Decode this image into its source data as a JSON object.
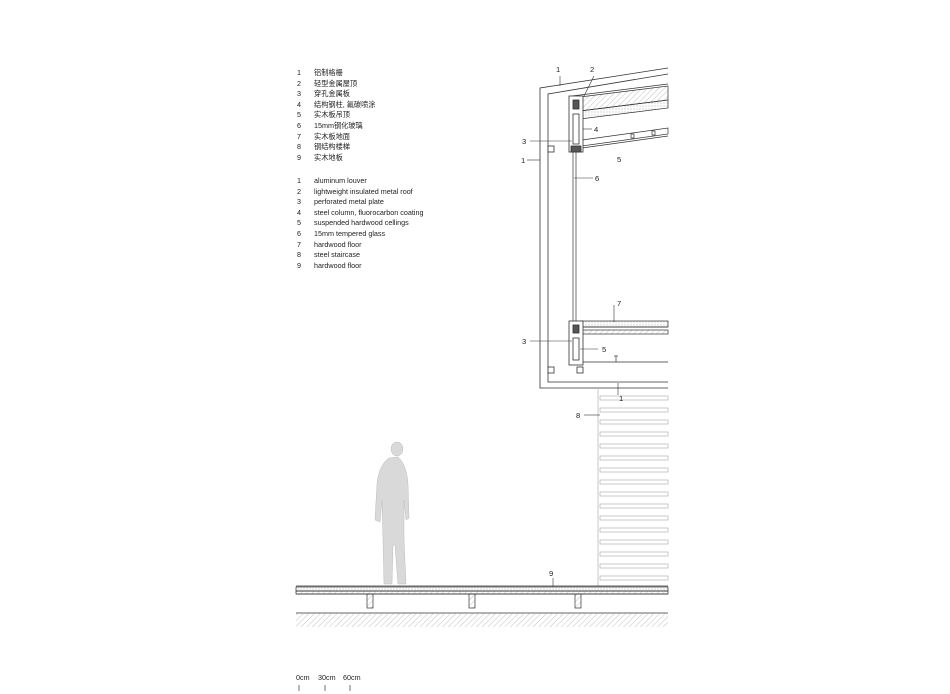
{
  "legend_zh": [
    {
      "num": "1",
      "text": "铝制格栅"
    },
    {
      "num": "2",
      "text": "轻型金属屋顶"
    },
    {
      "num": "3",
      "text": "穿孔金属板"
    },
    {
      "num": "4",
      "text": "结构钢柱, 氟碳喷涂"
    },
    {
      "num": "5",
      "text": "实木板吊顶"
    },
    {
      "num": "6",
      "text": "15mm钢化玻璃"
    },
    {
      "num": "7",
      "text": "实木板地面"
    },
    {
      "num": "8",
      "text": "钢结构楼梯"
    },
    {
      "num": "9",
      "text": "实木地板"
    }
  ],
  "legend_en": [
    {
      "num": "1",
      "text": "aluminum louver"
    },
    {
      "num": "2",
      "text": "lightweight insulated metal roof"
    },
    {
      "num": "3",
      "text": "perforated metal plate"
    },
    {
      "num": "4",
      "text": "steel column, fluorocarbon coating"
    },
    {
      "num": "5",
      "text": "suspended hardwood cellings"
    },
    {
      "num": "6",
      "text": "15mm tempered glass"
    },
    {
      "num": "7",
      "text": "hardwood floor"
    },
    {
      "num": "8",
      "text": "steel staircase"
    },
    {
      "num": "9",
      "text": "hardwood floor"
    }
  ],
  "callouts": {
    "c1_top": "1",
    "c2_top": "2",
    "c3_upper": "3",
    "c4": "4",
    "c1_side": "1",
    "c5_upper": "5",
    "c6": "6",
    "c7": "7",
    "c3_lower": "3",
    "c5_lower": "5",
    "c1_bottom": "1",
    "c8": "8",
    "c9": "9"
  },
  "scale_bar": {
    "labels": [
      "0cm",
      "30cm",
      "60cm"
    ]
  },
  "colors": {
    "line": "#333333",
    "hatch": "#888888",
    "figure": "#d9d9d9",
    "stair": "#bbbbbb"
  }
}
